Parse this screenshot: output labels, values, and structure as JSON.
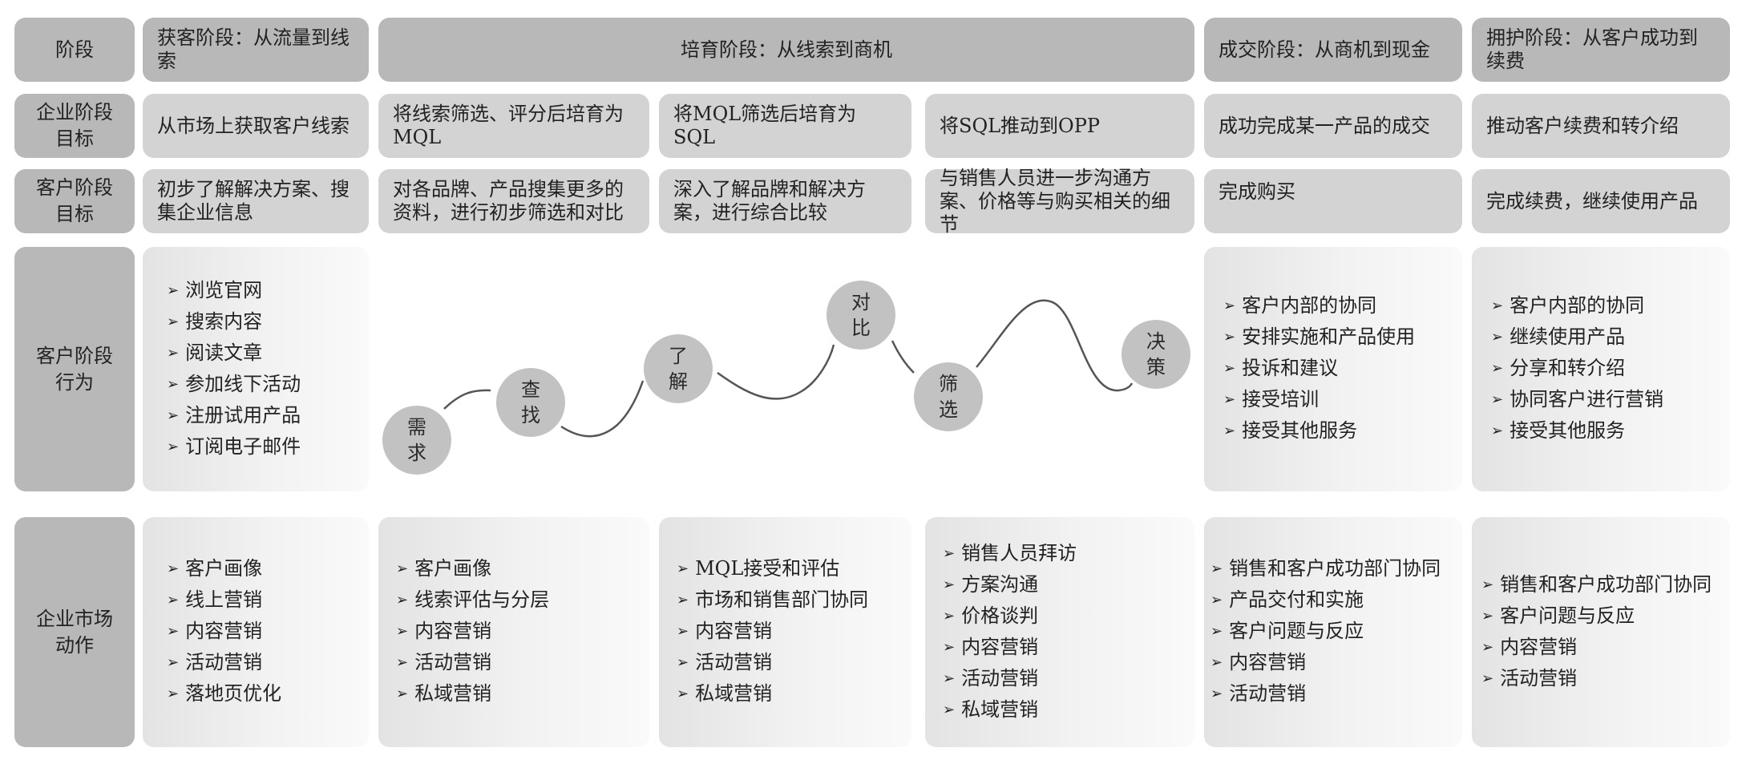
{
  "header": {
    "label": "阶段",
    "acquire": "获客阶段：从流量到线索",
    "nurture": "培育阶段：从线索到商机",
    "deal": "成交阶段：从商机到现金",
    "retain": "拥护阶段：从客户成功到续费"
  },
  "enterprise_goal": {
    "label": "企业阶段\n目标",
    "acquire": "从市场上获取客户线索",
    "nurture_1": "将线索筛选、评分后培育为MQL",
    "nurture_2": "将MQL筛选后培育为SQL",
    "nurture_3": "将SQL推动到OPP",
    "deal": "成功完成某一产品的成交",
    "retain": "推动客户续费和转介绍"
  },
  "customer_goal": {
    "label": "客户阶段\n目标",
    "acquire": "初步了解解决方案、搜集企业信息",
    "nurture_1": "对各品牌、产品搜集更多的资料，进行初步筛选和对比",
    "nurture_2": "深入了解品牌和解决方案，进行综合比较",
    "nurture_3": "与销售人员进一步沟通方案、价格等与购买相关的细节",
    "deal": "完成购买",
    "retain": "完成续费，继续使用产品"
  },
  "customer_behavior": {
    "label": "客户阶段\n行为",
    "acquire": [
      "浏览官网",
      "搜索内容",
      "阅读文章",
      "参加线下活动",
      "注册试用产品",
      "订阅电子邮件"
    ],
    "journey": [
      {
        "text": "需\n求"
      },
      {
        "text": "查\n找"
      },
      {
        "text": "了\n解"
      },
      {
        "text": "对\n比"
      },
      {
        "text": "筛\n选"
      },
      {
        "text": "决\n策"
      }
    ],
    "deal": [
      "客户内部的协同",
      "安排实施和产品使用",
      "投诉和建议",
      "接受培训",
      "接受其他服务"
    ],
    "retain": [
      "客户内部的协同",
      "继续使用产品",
      "分享和转介绍",
      "协同客户进行营销",
      "接受其他服务"
    ]
  },
  "marketing_action": {
    "label": "企业市场\n动作",
    "acquire": [
      "客户画像",
      "线上营销",
      "内容营销",
      "活动营销",
      "落地页优化"
    ],
    "nurture_1": [
      "客户画像",
      "线索评估与分层",
      "内容营销",
      "活动营销",
      "私域营销"
    ],
    "nurture_2": [
      "MQL接受和评估",
      "市场和销售部门协同",
      "内容营销",
      "活动营销",
      "私域营销"
    ],
    "nurture_3": [
      "销售人员拜访",
      "方案沟通",
      "价格谈判",
      "内容营销",
      "活动营销",
      "私域营销"
    ],
    "deal": [
      "销售和客户成功部门协同",
      "产品交付和实施",
      "客户问题与反应",
      "内容营销",
      "活动营销"
    ],
    "retain": [
      "销售和客户成功部门协同",
      "客户问题与反应",
      "内容营销",
      "活动营销"
    ]
  },
  "colors": {
    "dark_cell": "#b9b8b9",
    "mid_cell": "#d4d3d4",
    "circle": "#c3c2c3",
    "curve": "#555555"
  }
}
